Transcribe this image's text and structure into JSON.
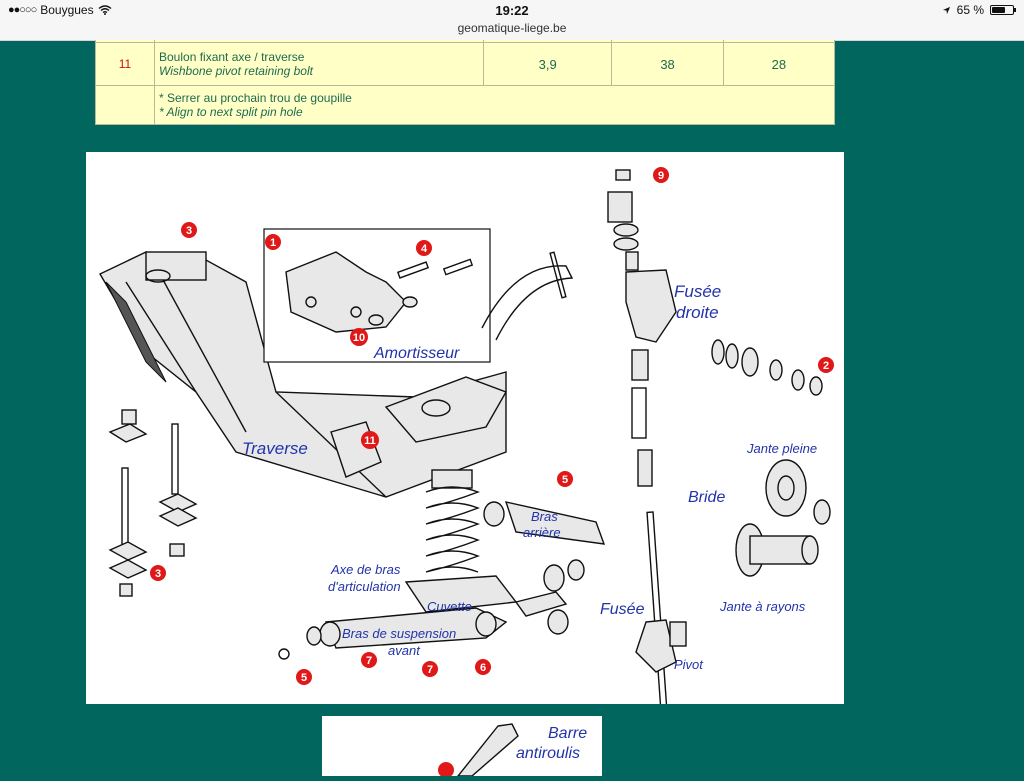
{
  "status": {
    "carrier": "Bouygues",
    "time": "19:22",
    "battery": "65 %",
    "battery_level": 0.65,
    "url": "geomatique-liege.be"
  },
  "table": {
    "row": {
      "num": "11",
      "fr": "Boulon fixant axe / traverse",
      "en": "Wishbone pivot retaining bolt",
      "v1": "3,9",
      "v2": "38",
      "v3": "28"
    },
    "note": {
      "fr": "* Serrer au prochain trou de goupille",
      "en": "* Align to next split pin hole"
    }
  },
  "diagram": {
    "labels": {
      "fusee_droite_1": "Fusée",
      "fusee_droite_2": "droite",
      "amortisseur": "Amortisseur",
      "traverse": "Traverse",
      "jante_pleine": "Jante pleine",
      "bride": "Bride",
      "bras_arriere_1": "Bras",
      "bras_arriere_2": "arrière",
      "axe_1": "Axe de bras",
      "axe_2": "d'articulation",
      "cuvette": "Cuvette",
      "fusee": "Fusée",
      "jante_rayons": "Jante à rayons",
      "bras_susp_1": "Bras de suspension",
      "bras_susp_2": "avant",
      "pivot": "Pivot"
    },
    "badges": [
      "1",
      "2",
      "3",
      "3",
      "4",
      "5",
      "5",
      "6",
      "7",
      "7",
      "9",
      "10",
      "11"
    ]
  },
  "diagram2": {
    "label_1": "Barre",
    "label_2": "antiroulis"
  }
}
